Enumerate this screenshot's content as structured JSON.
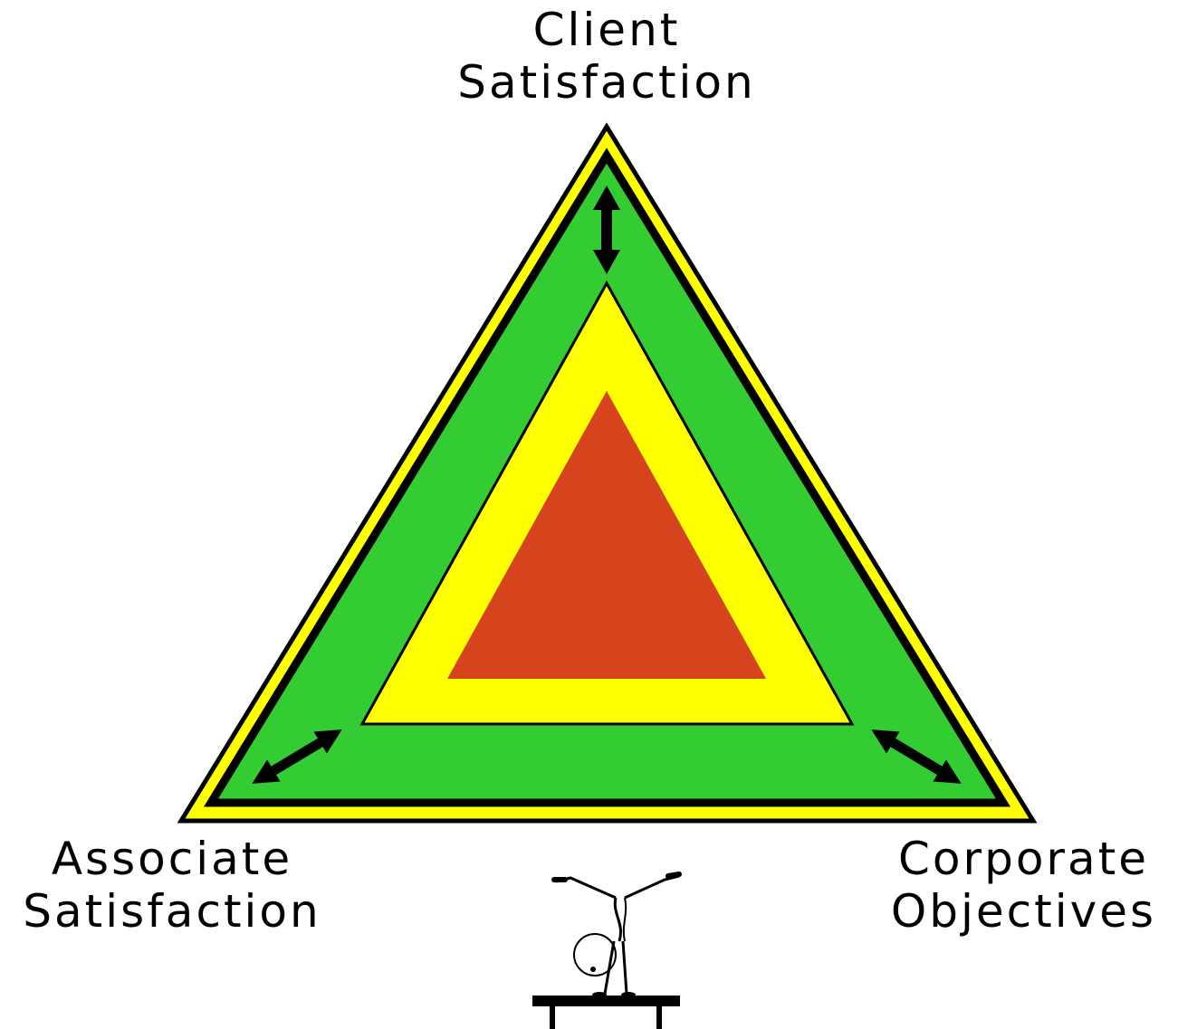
{
  "labels": {
    "top": {
      "line1": "Client",
      "line2": "Satisfaction"
    },
    "left": {
      "line1": "Associate",
      "line2": "Satisfaction"
    },
    "right": {
      "line1": "Corporate",
      "line2": "Objectives"
    }
  },
  "colors": {
    "outer_yellow": "#ffff00",
    "green": "#33cc33",
    "inner_yellow": "#ffff00",
    "core_red": "#d5441d",
    "outline": "#000000",
    "background": "#ffffff"
  },
  "icons": {
    "arrows": "double-headed-arrow",
    "figure": "handstand-stick-figure",
    "table": "table"
  }
}
